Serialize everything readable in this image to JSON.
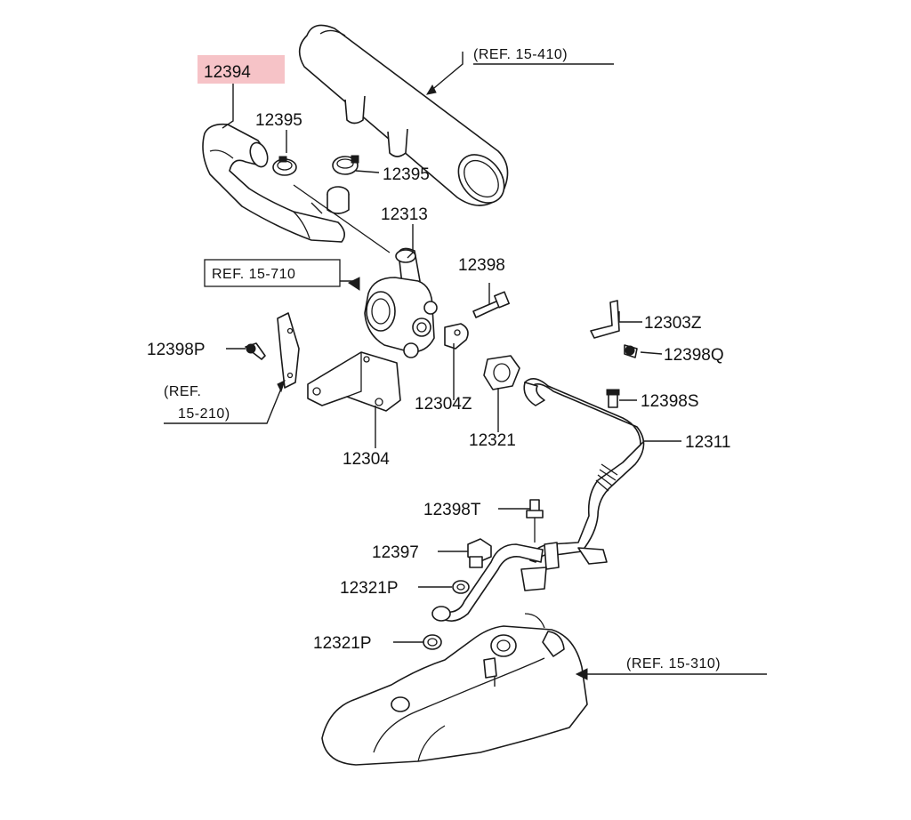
{
  "highlight_color": "#f6c3c7",
  "labels": {
    "p12394": "12394",
    "p12395a": "12395",
    "p12395b": "12395",
    "p12313": "12313",
    "p12398": "12398",
    "p12303Z": "12303Z",
    "p12398Q": "12398Q",
    "p12398P": "12398P",
    "p12304Z": "12304Z",
    "p12398S": "12398S",
    "p12321": "12321",
    "p12311": "12311",
    "p12304": "12304",
    "p12398T": "12398T",
    "p12397": "12397",
    "p12321Pa": "12321P",
    "p12321Pb": "12321P"
  },
  "refs": {
    "r15410": "(REF. 15-410)",
    "r15710": "REF. 15-710",
    "r15210a": "(REF.",
    "r15210b": "15-210)",
    "r15310": "(REF. 15-310)"
  }
}
